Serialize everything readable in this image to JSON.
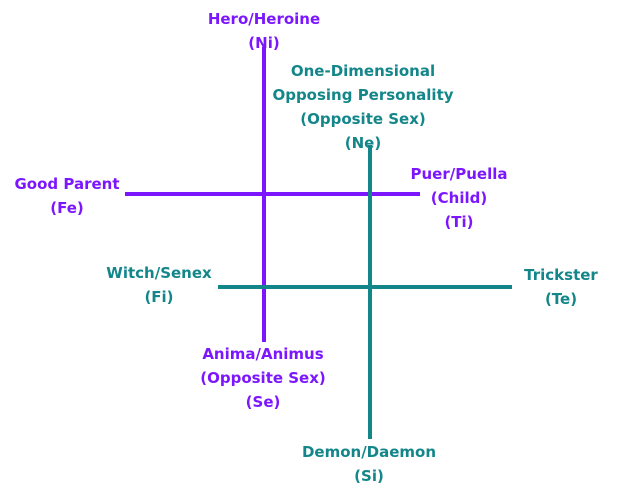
{
  "colors": {
    "primary_axes": "#7b16ff",
    "secondary_axes": "#13868a"
  },
  "nodes": {
    "hero": {
      "lines": [
        "Hero/Heroine",
        "(Ni)"
      ]
    },
    "one_dimensional": {
      "lines": [
        "One-Dimensional",
        "Opposing Personality",
        "(Opposite Sex)",
        "(Ne)"
      ]
    },
    "good_parent": {
      "lines": [
        "Good Parent",
        "(Fe)"
      ]
    },
    "puer": {
      "lines": [
        "Puer/Puella",
        "(Child)",
        "(Ti)"
      ]
    },
    "witch": {
      "lines": [
        "Witch/Senex",
        "(Fi)"
      ]
    },
    "trickster": {
      "lines": [
        "Trickster",
        "(Te)"
      ]
    },
    "anima": {
      "lines": [
        "Anima/Animus",
        "(Opposite Sex)",
        "(Se)"
      ]
    },
    "demon": {
      "lines": [
        "Demon/Daemon",
        "(Si)"
      ]
    }
  }
}
